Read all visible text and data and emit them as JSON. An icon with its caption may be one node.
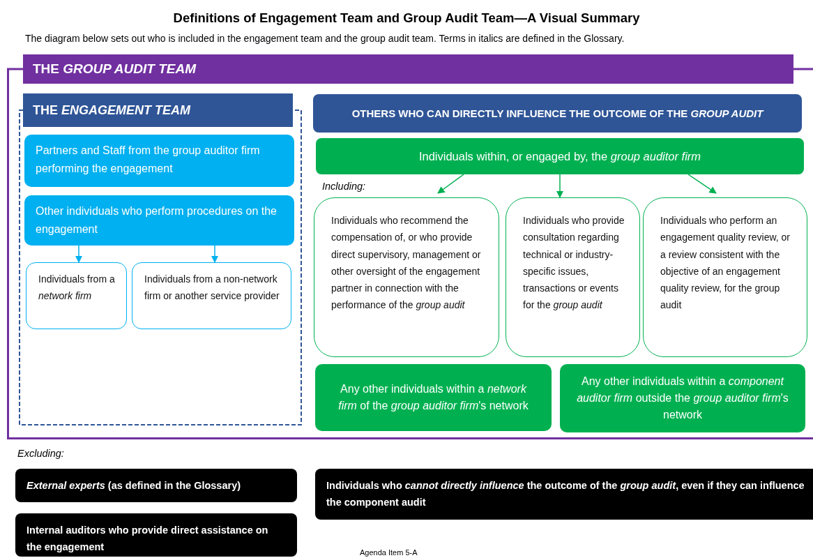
{
  "diagram": {
    "title": "Definitions of Engagement Team and Group Audit Team—A Visual Summary",
    "caption": "The diagram below sets out who is included in the engagement team and the group audit team. Terms in italics are defined in the Glossary.",
    "nodes": [
      {
        "text": [
          "THE *GROUP AUDIT TEAM*"
        ]
      },
      {
        "text": [
          "THE *ENGAGEMENT TEAM*"
        ],
        "in": 0
      },
      {
        "text": [
          "Partners and Staff from the group auditor firm performing the engagement"
        ],
        "in": 1
      },
      {
        "text": [
          "Other individuals who perform procedures on the engagement"
        ],
        "in": 1
      },
      {
        "text": [
          "Individuals from a *network firm*"
        ],
        "in": 1
      },
      {
        "text": [
          "Individuals from a non-network firm or another service provider"
        ],
        "in": 1
      },
      {
        "text": [
          "OTHERS WHO CAN DIRECTLY INFLUENCE THE OUTCOME OF THE *GROUP AUDIT*"
        ],
        "in": 0
      },
      {
        "text": [
          "Individuals within, or engaged by, the *group auditor firm*"
        ],
        "in": 0
      },
      {
        "text": [
          "Individuals who recommend the compensation of, or who provide direct supervisory, management or other oversight of the engagement partner in connection with the performance of the *group audit*"
        ],
        "in": 0
      },
      {
        "text": [
          "Individuals who provide consultation regarding technical or industry-specific issues, transactions or events for the *group audit*"
        ],
        "in": 0
      },
      {
        "text": [
          "Individuals who perform an engagement quality review, or a review consistent with the objective of an engagement quality review, for the group audit"
        ],
        "in": 0
      },
      {
        "text": [
          "Any other individuals within a *network firm* of the *group auditor firm*'s network"
        ],
        "in": 0
      },
      {
        "text": [
          "Any other individuals within a *component auditor firm* outside the *group auditor firm*'s network"
        ],
        "in": 0
      },
      {
        "text": [
          "*External experts* (as defined in the Glossary)"
        ]
      },
      {
        "text": [
          "Internal auditors who provide direct assistance on the engagement"
        ]
      },
      {
        "text": [
          "Individuals who *cannot directly influence* the outcome of the *group audit*, even if they can influence the component audit"
        ]
      }
    ],
    "edges": [
      {
        "from": 3,
        "to": 4,
        "arrow": "to",
        "color": "#00b0f0"
      },
      {
        "from": 3,
        "to": 5,
        "arrow": "to",
        "color": "#00b0f0"
      },
      {
        "from": 7,
        "to": 8,
        "arrow": "to",
        "color": "#00b050"
      },
      {
        "from": 7,
        "to": 9,
        "arrow": "to",
        "color": "#00b050"
      },
      {
        "from": 7,
        "to": 10,
        "arrow": "to",
        "color": "#00b050"
      }
    ],
    "labels": [
      "Including:",
      "Excluding:",
      "Agenda Item 5-A"
    ]
  }
}
